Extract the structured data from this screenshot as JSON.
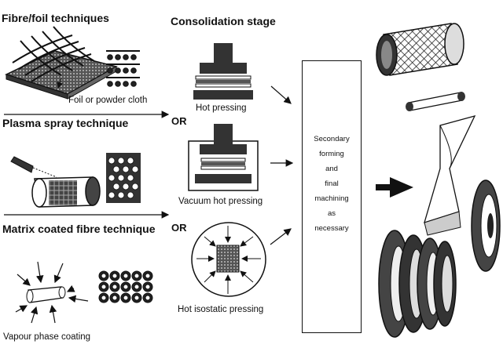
{
  "headings": {
    "fibre_foil": "Fibre/foil techniques",
    "consolidation": "Consolidation stage",
    "plasma": "Plasma spray technique",
    "matrix": "Matrix coated fibre technique"
  },
  "labels": {
    "foil_cloth": "Foil or powder cloth",
    "hot_pressing": "Hot pressing",
    "vacuum_hot_pressing": "Vacuum hot pressing",
    "hot_isostatic_pressing": "Hot isostatic pressing",
    "vapour_phase": "Vapour phase coating"
  },
  "or_labels": [
    "OR",
    "OR"
  ],
  "secondary": {
    "line1": "Secondary",
    "line2": "forming",
    "line3": "and",
    "line4": "final",
    "line5": "machining",
    "line6": "as",
    "line7": "necessary"
  }
}
